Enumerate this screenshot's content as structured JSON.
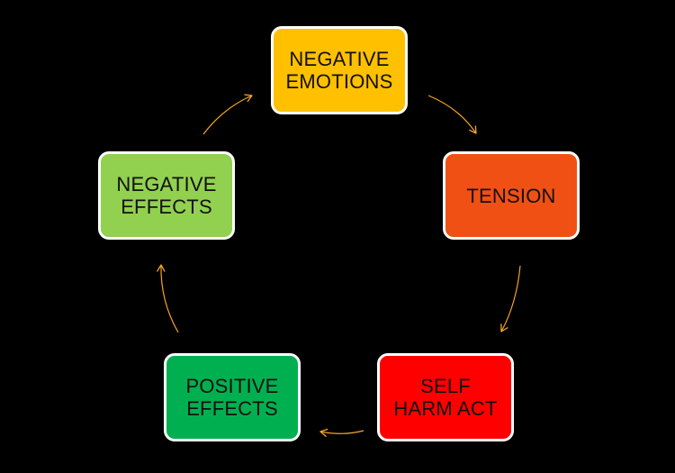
{
  "diagram": {
    "type": "cycle",
    "connector_color": "#f5a623",
    "nodes": [
      {
        "id": "negative-emotions",
        "lines": [
          "NEGATIVE",
          "EMOTIONS"
        ],
        "color": "#ffc000"
      },
      {
        "id": "tension",
        "lines": [
          "TENSION"
        ],
        "color": "#f05014"
      },
      {
        "id": "self-harm-act",
        "lines": [
          "SELF",
          "HARM ACT"
        ],
        "color": "#ff0000"
      },
      {
        "id": "positive-effects",
        "lines": [
          "POSITIVE",
          "EFFECTS"
        ],
        "color": "#00b050"
      },
      {
        "id": "negative-effects",
        "lines": [
          "NEGATIVE",
          "EFFECTS"
        ],
        "color": "#92d050"
      }
    ],
    "edges": [
      {
        "from": "negative-emotions",
        "to": "tension"
      },
      {
        "from": "tension",
        "to": "self-harm-act"
      },
      {
        "from": "self-harm-act",
        "to": "positive-effects"
      },
      {
        "from": "positive-effects",
        "to": "negative-effects"
      },
      {
        "from": "negative-effects",
        "to": "negative-emotions"
      }
    ]
  }
}
